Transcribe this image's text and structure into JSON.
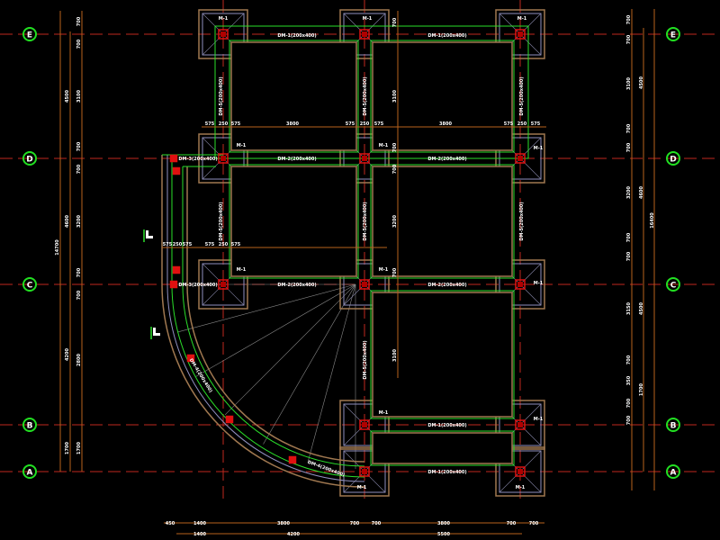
{
  "axes": {
    "left": [
      "E",
      "D",
      "C",
      "B",
      "A"
    ],
    "right": [
      "E",
      "D",
      "C",
      "B",
      "A"
    ]
  },
  "accent_colors": {
    "grid": "#c0281e",
    "dimension": "#b8621b",
    "beam": "#2adf2a",
    "column": "#e01010",
    "axis_circle": "#22e022"
  },
  "bottom_dims_row1": [
    "450",
    "1400",
    "3800",
    "700",
    "700",
    "3800",
    "700",
    "700"
  ],
  "bottom_dims_row2": [
    "1400",
    "4200",
    "5500"
  ],
  "left_dims": {
    "total": "14700",
    "spans": [
      "4500",
      "4600",
      "4200",
      "1700"
    ],
    "segments": [
      "700",
      "700",
      "3100",
      "700",
      "700",
      "3200",
      "700",
      "700",
      "2800",
      "1700"
    ]
  },
  "right_dims": {
    "total": "16400",
    "spans": [
      "4500",
      "4600",
      "4500",
      "1700"
    ],
    "segments": [
      "700",
      "700",
      "3100",
      "700",
      "700",
      "3200",
      "700",
      "700",
      "3150",
      "700",
      "350",
      "700",
      "700"
    ]
  },
  "mid_dims": {
    "row_top": [
      "575",
      "250",
      "575",
      "3800",
      "575",
      "250",
      "575",
      "3800",
      "575",
      "250",
      "575"
    ],
    "row_left": [
      "575",
      "250",
      "575",
      "575",
      "250",
      "575"
    ],
    "vertical": [
      "700",
      "3100",
      "700",
      "700",
      "3200",
      "700",
      "3100"
    ]
  },
  "beam_labels": {
    "row_e": [
      "DM-1(200x400)",
      "DM-1(200x400)"
    ],
    "row_d": [
      "DM-3(200x400)",
      "DM-2(200x400)",
      "DM-2(200x400)"
    ],
    "row_c": [
      "DM-3(200x400)",
      "DM-2(200x400)",
      "DM-2(200x400)"
    ],
    "row_b": [
      "DM-1(200x400)"
    ],
    "row_a": [
      "DM-1(200x400)"
    ],
    "arc": [
      "DM-4(200x400)",
      "DM-4(200x400)"
    ],
    "vertical": [
      "DM-5(200x400)",
      "DM-5(200x400)",
      "DM-5(200x400)",
      "DM-5(200x400)",
      "DM-5(200x400)",
      "DM-5(200x400)",
      "DM-5(200x400)"
    ]
  },
  "footing_labels": [
    "M-1",
    "M-1",
    "M-1",
    "M-1",
    "M-1",
    "M-1",
    "M-1",
    "M-1",
    "M-1",
    "M-1",
    "M-1",
    "M-1",
    "M-1"
  ]
}
